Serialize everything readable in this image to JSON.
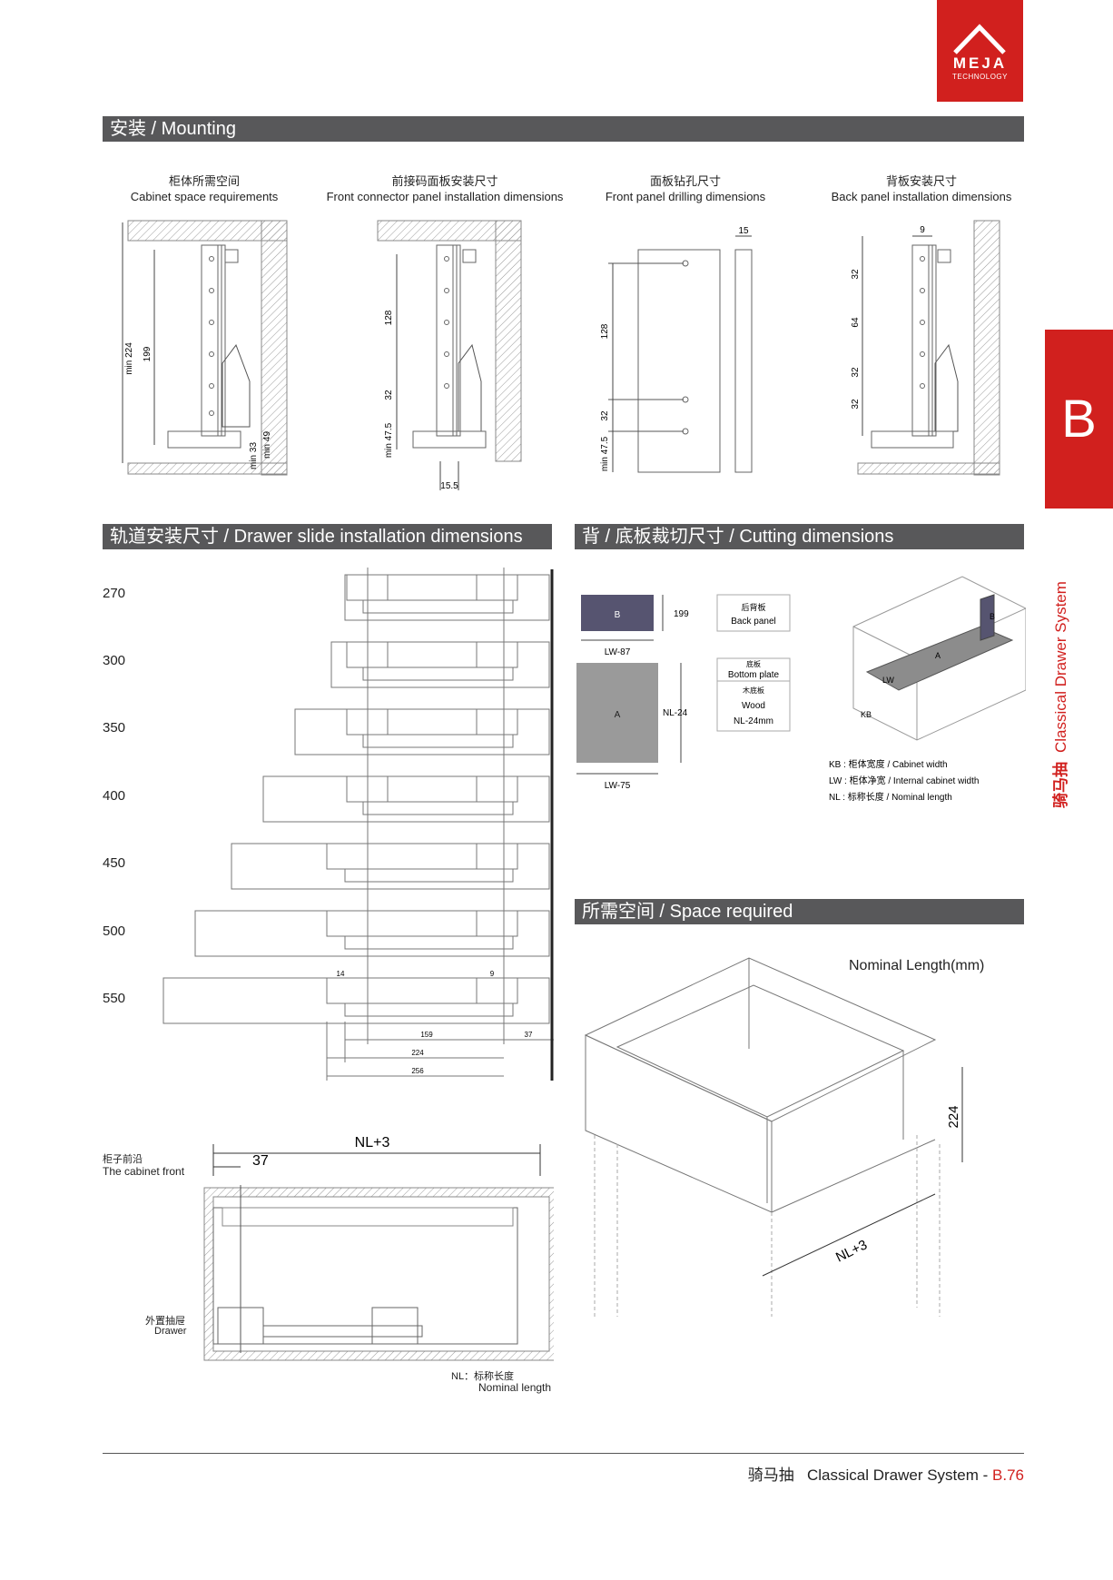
{
  "brand": {
    "name": "MEJA",
    "sub": "TECHNOLOGY",
    "color": "#d1201e"
  },
  "sections": {
    "mounting": "安装 / Mounting",
    "slide": "轨道安装尺寸 / Drawer slide installation dimensions",
    "cutting": "背 / 底板裁切尺寸 / Cutting dimensions",
    "space": "所需空间 / Space required"
  },
  "mounting": {
    "captions": [
      {
        "cn": "柜体所需空间",
        "en": "Cabinet space requirements"
      },
      {
        "cn": "前接码面板安装尺寸",
        "en": "Front connector panel installation dimensions"
      },
      {
        "cn": "面板钻孔尺寸",
        "en": "Front panel drilling dimensions"
      },
      {
        "cn": "背板安装尺寸",
        "en": "Back panel installation dimensions"
      }
    ],
    "dims": {
      "d1": [
        "min 224",
        "199",
        "min 33",
        "min 49"
      ],
      "d2": [
        "128",
        "32",
        "min 47.5",
        "15.5"
      ],
      "d3": [
        "15",
        "128",
        "32",
        "min 47.5"
      ],
      "d4": [
        "9",
        "32",
        "64",
        "32",
        "32"
      ]
    }
  },
  "slide": {
    "lengths": [
      "270",
      "300",
      "350",
      "400",
      "450",
      "500",
      "550"
    ],
    "dims": [
      "14",
      "9",
      "159",
      "37",
      "224",
      "256"
    ]
  },
  "cutting": {
    "back_panel": {
      "letter": "B",
      "height": "199",
      "width": "LW-87",
      "label_cn": "后背板",
      "label_en": "Back panel",
      "color": "#565470"
    },
    "bottom_plate": {
      "letter": "A",
      "height": "NL-24",
      "width": "LW-75",
      "label_cn": "底板",
      "label_en": "Bottom plate",
      "material_cn": "木底板",
      "material_en": "Wood",
      "material_dim": "NL-24mm",
      "color": "#9a9a9a"
    },
    "iso_labels": [
      "B",
      "A",
      "LW",
      "KB"
    ],
    "legend": [
      "KB : 柜体宽度 / Cabinet width",
      "LW : 柜体净宽 / Internal cabinet width",
      "NL : 标称长度 / Nominal length"
    ]
  },
  "cabinet_front": {
    "dim_total": "NL+3",
    "dim_front": "37",
    "front_cn": "柜子前沿",
    "front_en": "The cabinet front",
    "drawer_cn": "外置抽屉",
    "drawer_en": "Drawer",
    "nl_cn": "NL：标称长度",
    "nl_en": "Nominal length"
  },
  "space_required": {
    "title": "Nominal Length(mm)",
    "height": "224",
    "length": "NL+3"
  },
  "side_tab": {
    "letter": "B",
    "cn": "骑马抽",
    "en": "Classical Drawer System"
  },
  "footer": {
    "cn": "骑马抽",
    "en": "Classical Drawer System -",
    "page": "B.76"
  }
}
